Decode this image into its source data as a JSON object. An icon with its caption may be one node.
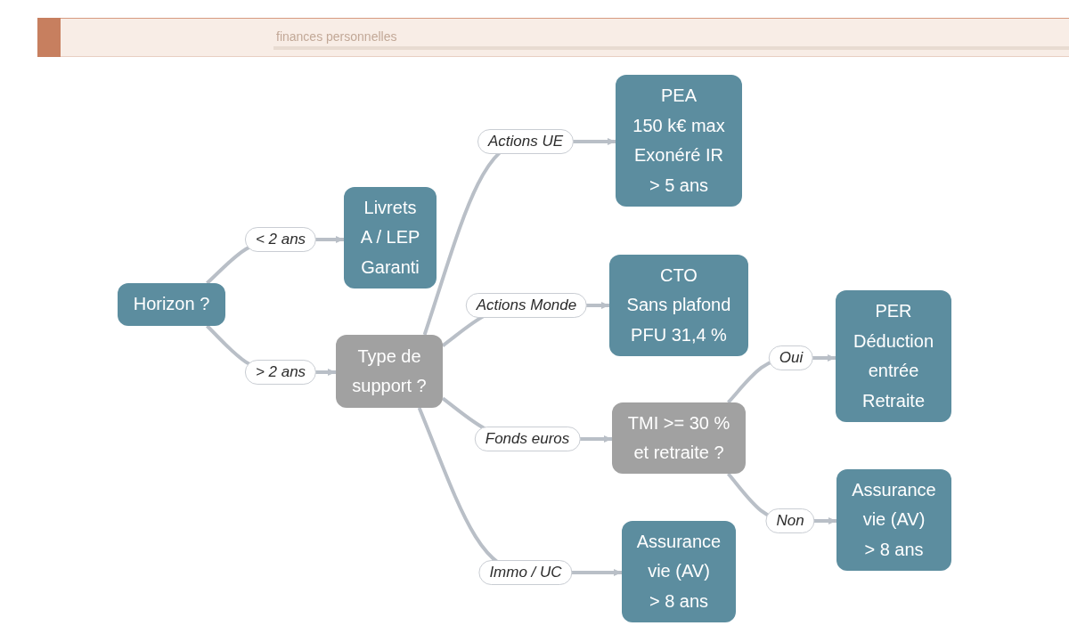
{
  "diagram": {
    "nodes": [
      {
        "text": [
          "Horizon ?"
        ]
      },
      {
        "text": [
          "Livrets A / LEP",
          "Garanti"
        ]
      },
      {
        "text": [
          "Type de support ?"
        ]
      },
      {
        "text": [
          "PEA",
          "150 k€ max",
          "Exonéré IR",
          "> 5 ans"
        ]
      },
      {
        "text": [
          "CTO",
          "Sans plafond",
          "PFU 31,4 %"
        ]
      },
      {
        "text": [
          "TMI >= 30 % et retraite ?"
        ]
      },
      {
        "text": [
          "PER",
          "Déduction entrée",
          "Retraite"
        ]
      },
      {
        "text": [
          "Assurance vie (AV)",
          "> 8 ans"
        ]
      },
      {
        "text": [
          "Assurance vie (AV)",
          "> 8 ans"
        ]
      }
    ],
    "edges": [
      {
        "from": 0,
        "to": 1,
        "arrow": "to",
        "label": "< 2 ans"
      },
      {
        "from": 0,
        "to": 2,
        "arrow": "to",
        "label": "> 2 ans"
      },
      {
        "from": 2,
        "to": 3,
        "arrow": "to",
        "label": "Actions UE"
      },
      {
        "from": 2,
        "to": 4,
        "arrow": "to",
        "label": "Actions Monde"
      },
      {
        "from": 2,
        "to": 5,
        "arrow": "to",
        "label": "Fonds euros"
      },
      {
        "from": 2,
        "to": 8,
        "arrow": "to",
        "label": "Immo / UC"
      },
      {
        "from": 5,
        "to": 6,
        "arrow": "to",
        "label": "Oui"
      },
      {
        "from": 5,
        "to": 7,
        "arrow": "to",
        "label": "Non"
      }
    ],
    "labels": [
      "finances personnelles"
    ]
  }
}
